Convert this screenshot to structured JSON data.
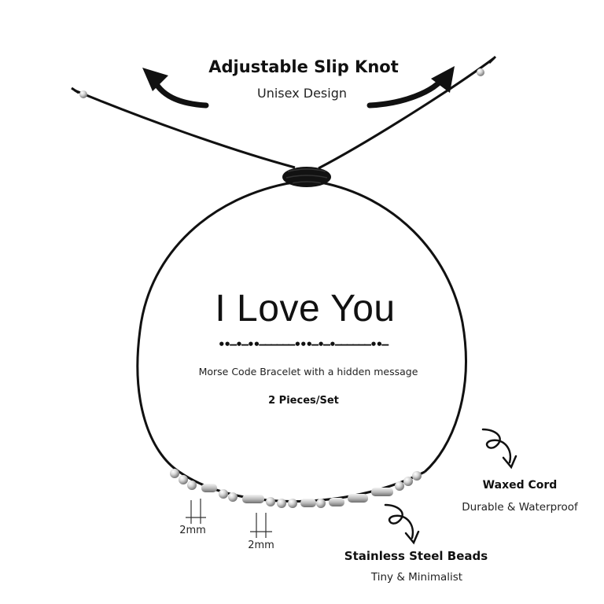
{
  "product": {
    "headline": "Adjustable Slip Knot",
    "subhead": "Unisex Design",
    "message": "I Love You",
    "morse": "••–•–••––––––•••–•–•––––––••–",
    "description": "Morse Code Bracelet with a hidden message",
    "set_count": "2 Pieces/Set"
  },
  "features": {
    "cord": {
      "title": "Waxed Cord",
      "subtitle": "Durable & Waterproof"
    },
    "beads": {
      "title": "Stainless Steel Beads",
      "subtitle": "Tiny & Minimalist"
    }
  },
  "dimensions": {
    "bead_left": "2mm",
    "bead_right": "2mm"
  },
  "colors": {
    "cord": "#111111",
    "bead": "#c8c8c8",
    "background": "#ffffff"
  }
}
